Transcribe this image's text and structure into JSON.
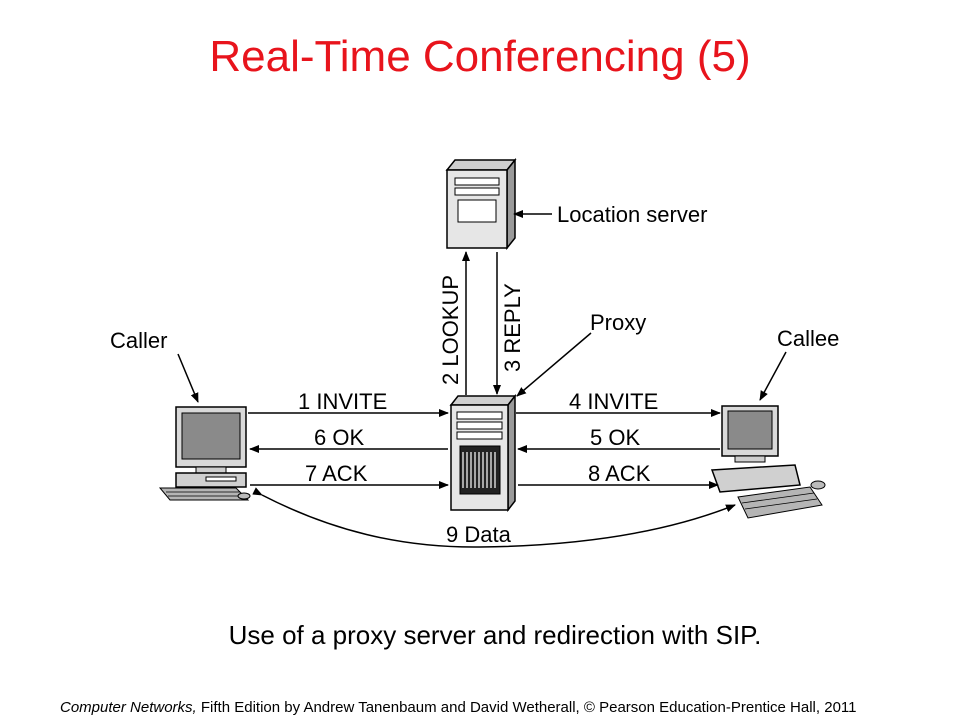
{
  "title": "Real-Time Conferencing (5)",
  "labels": {
    "location_server": "Location server",
    "caller": "Caller",
    "callee": "Callee",
    "proxy": "Proxy"
  },
  "messages": {
    "lookup": "2 LOOKUP",
    "reply": "3 REPLY",
    "invite1": "1 INVITE",
    "ok6": "6 OK",
    "ack7": "7 ACK",
    "invite4": "4 INVITE",
    "ok5": "5 OK",
    "ack8": "8 ACK",
    "data9": "9 Data"
  },
  "caption": "Use of a proxy server and redirection with SIP.",
  "footer": {
    "book": "Computer Networks,",
    "rest": " Fifth Edition by Andrew Tanenbaum and David Wetherall, © Pearson Education-Prentice Hall, 2011"
  },
  "colors": {
    "title": "#e8141c"
  }
}
